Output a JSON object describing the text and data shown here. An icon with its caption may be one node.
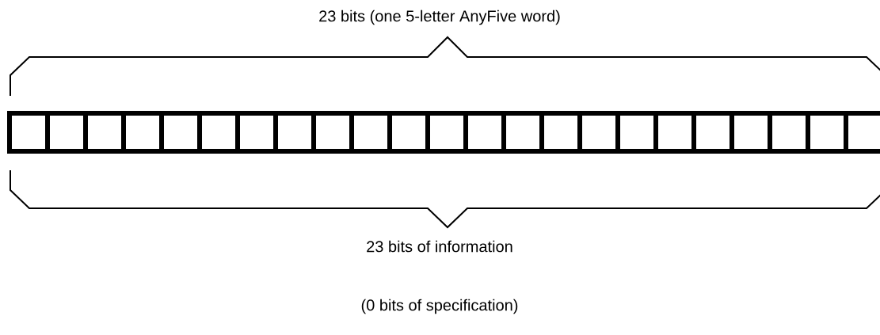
{
  "diagram": {
    "nodes": [
      {
        "text": [],
        "shape": "box"
      },
      {
        "text": [],
        "shape": "box"
      },
      {
        "text": [],
        "shape": "box"
      },
      {
        "text": [],
        "shape": "box"
      },
      {
        "text": [],
        "shape": "box"
      },
      {
        "text": [],
        "shape": "box"
      },
      {
        "text": [],
        "shape": "box"
      },
      {
        "text": [],
        "shape": "box"
      },
      {
        "text": [],
        "shape": "box"
      },
      {
        "text": [],
        "shape": "box"
      },
      {
        "text": [],
        "shape": "box"
      },
      {
        "text": [],
        "shape": "box"
      },
      {
        "text": [],
        "shape": "box"
      },
      {
        "text": [],
        "shape": "box"
      },
      {
        "text": [],
        "shape": "box"
      },
      {
        "text": [],
        "shape": "box"
      },
      {
        "text": [],
        "shape": "box"
      },
      {
        "text": [],
        "shape": "box"
      },
      {
        "text": [],
        "shape": "box"
      },
      {
        "text": [],
        "shape": "box"
      },
      {
        "text": [],
        "shape": "box"
      },
      {
        "text": [],
        "shape": "box"
      },
      {
        "text": [],
        "shape": "box"
      }
    ],
    "labels": [
      "23 bits (one 5-letter AnyFive word)",
      "23 bits of information",
      "(0 bits of specification)"
    ]
  }
}
